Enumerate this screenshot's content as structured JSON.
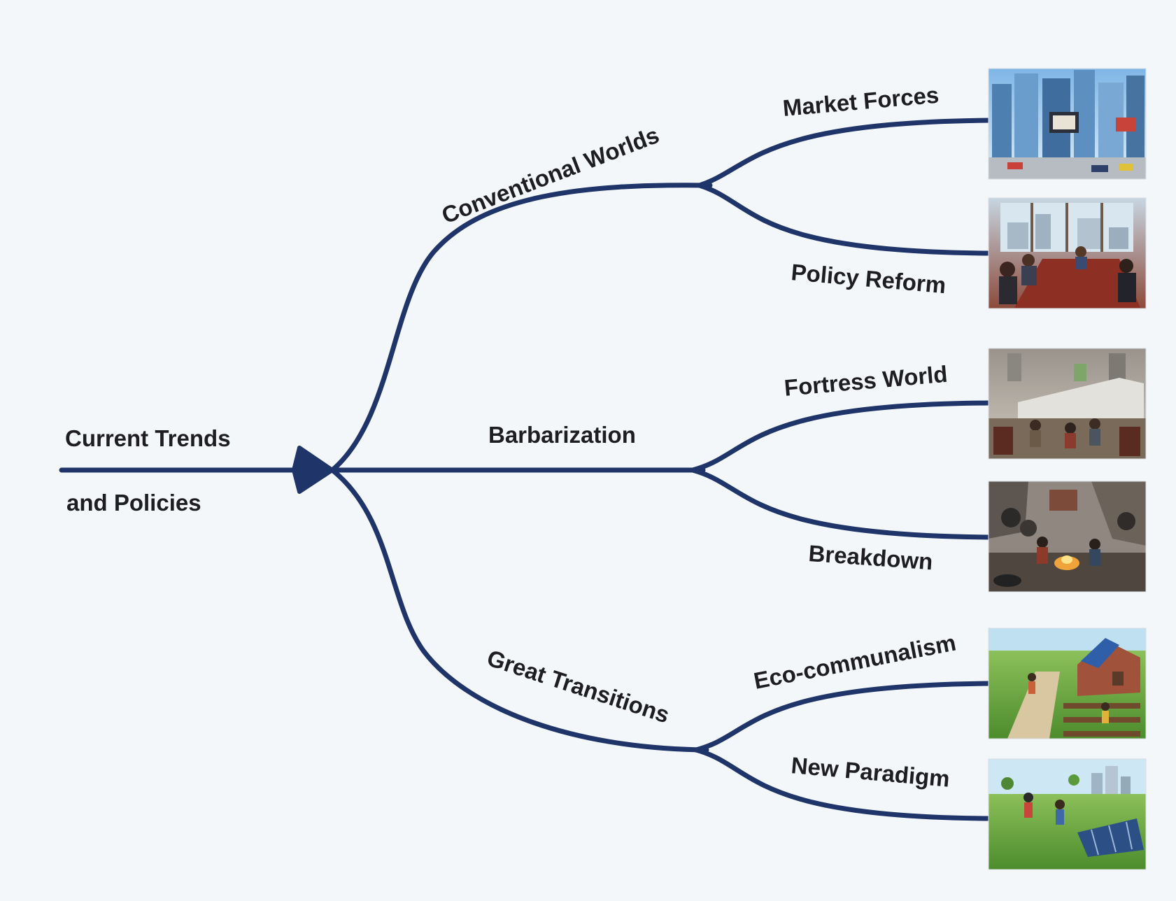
{
  "root": {
    "line1": "Current Trends",
    "line2": "and Policies"
  },
  "branches": [
    {
      "label": "Conventional Worlds",
      "children": [
        {
          "label": "Market Forces",
          "icon": "city-street-illustration"
        },
        {
          "label": "Policy Reform",
          "icon": "boardroom-meeting-illustration"
        }
      ]
    },
    {
      "label": "Barbarization",
      "children": [
        {
          "label": "Fortress World",
          "icon": "walled-enclave-illustration"
        },
        {
          "label": "Breakdown",
          "icon": "ruined-city-illustration"
        }
      ]
    },
    {
      "label": "Great Transitions",
      "children": [
        {
          "label": "Eco-communalism",
          "icon": "village-garden-illustration"
        },
        {
          "label": "New Paradigm",
          "icon": "green-city-illustration"
        }
      ]
    }
  ],
  "colors": {
    "line": "#1f3469",
    "background": "#f4f7fa",
    "text": "#1e1e22"
  }
}
